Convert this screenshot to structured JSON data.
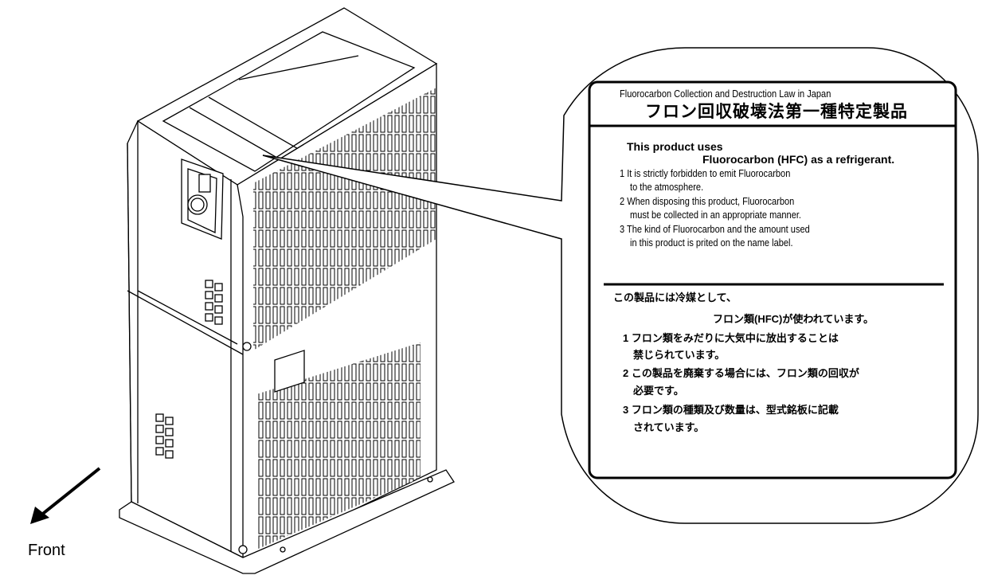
{
  "direction_label": "Front",
  "label_sticker": {
    "header_en": "Fluorocarbon Collection and Destruction Law in Japan",
    "header_jp": "フロン回収破壊法第一種特定製品",
    "en_line1": "This product uses",
    "en_line2": "Fluorocarbon (HFC) as a refrigerant.",
    "en_items": [
      "1  It is strictly forbidden to emit Fluorocarbon",
      "to the atmosphere.",
      "2  When disposing this product, Fluorocarbon",
      "must be collected in an appropriate manner.",
      "3  The kind of Fluorocarbon and the amount used",
      "in this product is prited on the name label."
    ],
    "jp_line1": "この製品には冷媒として、",
    "jp_line2": "フロン類(HFC)が使われています。",
    "jp_items": [
      "1  フロン類をみだりに大気中に放出することは",
      "禁じられています。",
      "2  この製品を廃棄する場合には、フロン類の回収が",
      "必要です。",
      "3  フロン類の種類及び数量は、型式銘板に記載",
      "されています。"
    ]
  }
}
